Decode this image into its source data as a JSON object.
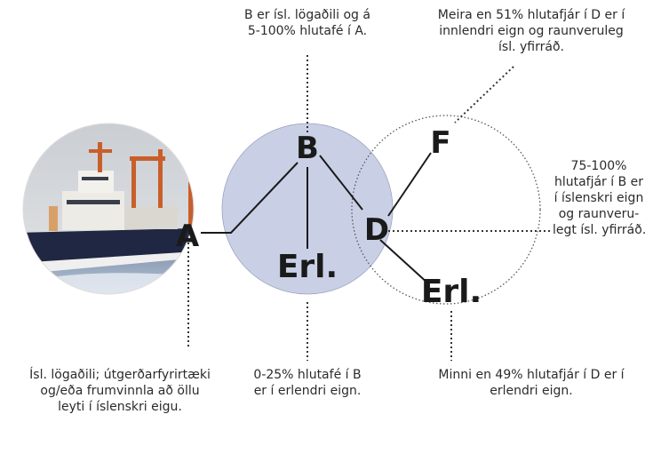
{
  "nodes": {
    "a": "A",
    "b": "B",
    "d": "D",
    "f": "F",
    "erl_b": "Erl.",
    "erl_d": "Erl."
  },
  "notes": {
    "top_b": [
      "B er ísl. lögaðili og á",
      "5-100% hlutafé í A."
    ],
    "top_f": [
      "Meira en 51% hlutafjár í D er í",
      "innlendri eign og raunveruleg",
      "ísl. yfirráð."
    ],
    "right_d": [
      "75-100%",
      "hlutafjár í B er",
      "í íslenskri eign",
      "og raunveru-",
      "legt ísl. yfirráð."
    ],
    "bottom_a": [
      "Ísl. lögaðili; útgerðarfyrirtæki",
      "og/eða frumvinnla að öllu",
      "leyti í íslenskri eigu."
    ],
    "bottom_b": [
      "0-25% hlutafé í B",
      "er í erlendri eign."
    ],
    "bottom_d": [
      "Minni en 49% hlutafjár í D er í",
      "erlendri eign."
    ]
  },
  "colors": {
    "circle_b_fill": "#c9d0e6",
    "line": "#1a1a1a",
    "dotted": "#333333"
  },
  "icons": {
    "ship": "ship-photo"
  }
}
